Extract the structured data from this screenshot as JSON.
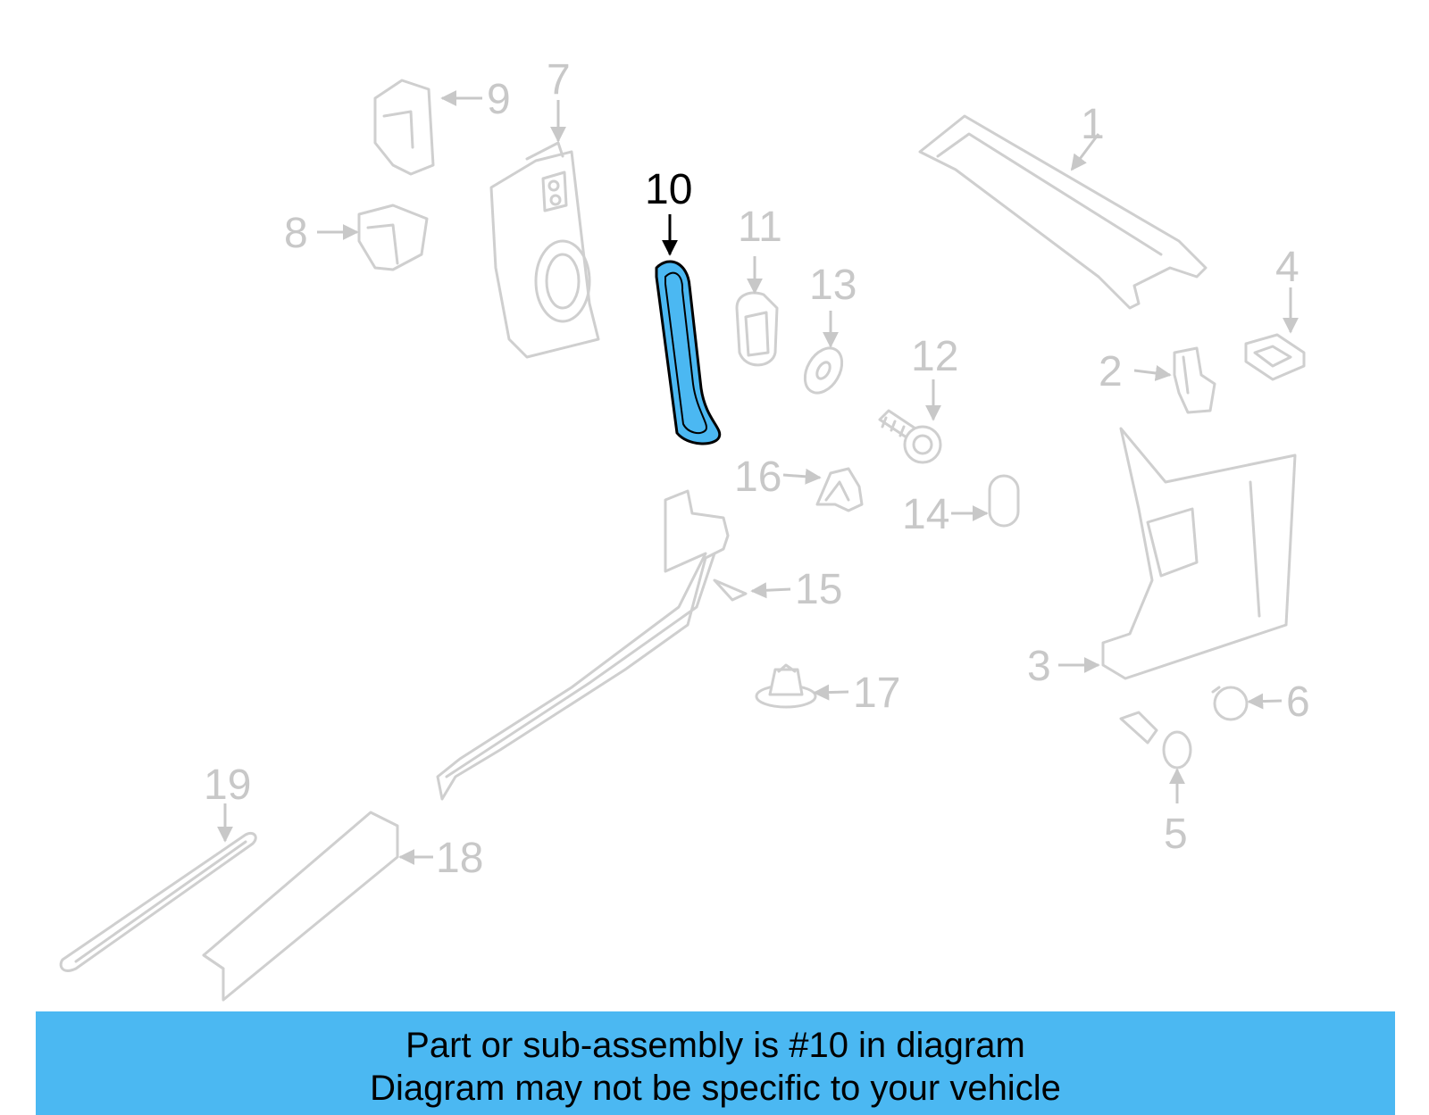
{
  "diagram": {
    "highlight_color": "#4bb8f2",
    "highlighted_part": "10",
    "callouts": {
      "c1": "1",
      "c2": "2",
      "c3": "3",
      "c4": "4",
      "c5": "5",
      "c6": "6",
      "c7": "7",
      "c8": "8",
      "c9": "9",
      "c10": "10",
      "c11": "11",
      "c12": "12",
      "c13": "13",
      "c14": "14",
      "c15": "15",
      "c16": "16",
      "c17": "17",
      "c18": "18",
      "c19": "19"
    }
  },
  "banner": {
    "line1": "Part or sub-assembly is #10 in diagram",
    "line2": "Diagram may not be specific to your vehicle",
    "background": "#4bb8f2"
  }
}
